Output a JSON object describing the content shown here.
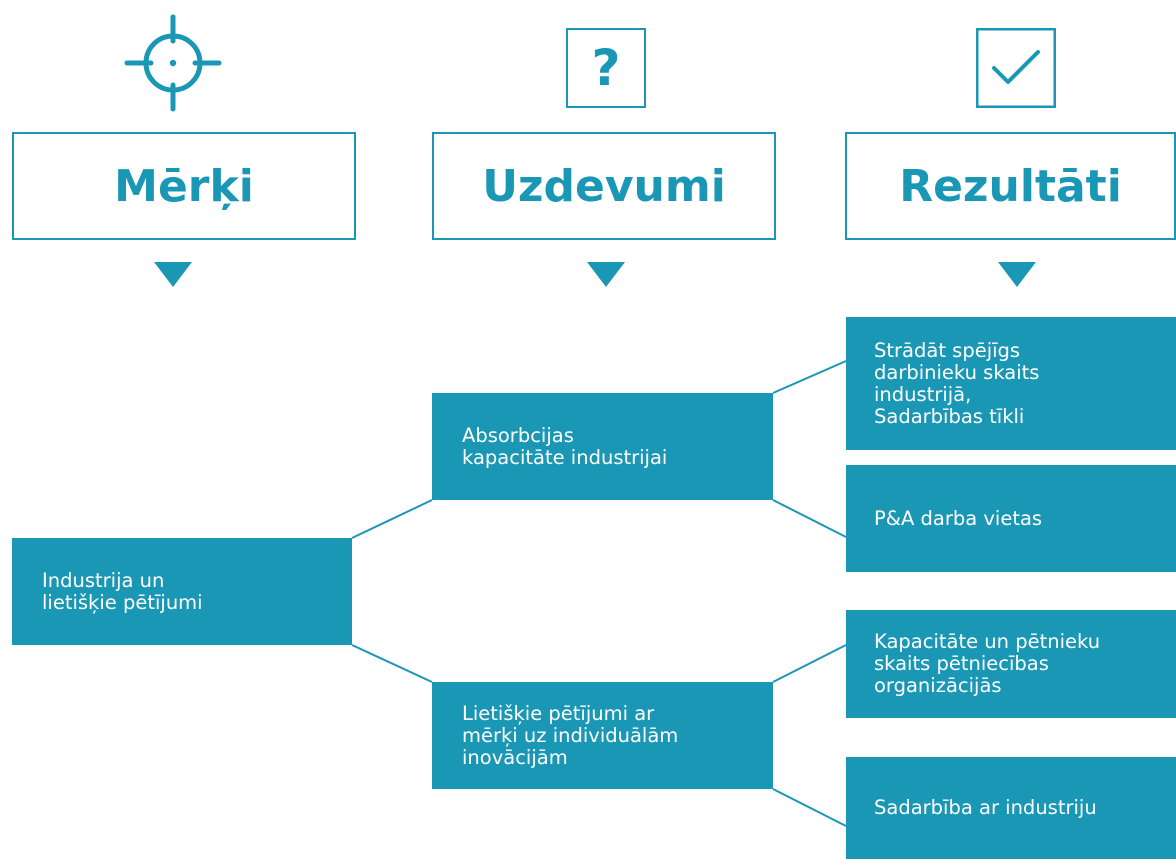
{
  "theme": {
    "accent": "#1a97b4",
    "background": "#ffffff",
    "text_on_accent": "#ffffff"
  },
  "icons": {
    "goals": "crosshair-icon",
    "tasks": "question-mark-icon",
    "results": "checkmark-icon"
  },
  "question_glyph": "?",
  "columns": {
    "goals": "Mērķi",
    "tasks": "Uzdevumi",
    "results": "Rezultāti"
  },
  "nodes": {
    "goal": "Industrija un\nlietišķie pētījumi",
    "task_1": "Absorbcijas\nkapacitāte industrijai",
    "task_2": "Lietišķie pētījumi ar\nmērķi uz individuālām\ninovācijām",
    "result_1": "Strādāt spējīgs\ndarbinieku skaits\nindustrijā,\nSadarbības tīkli",
    "result_2": "P&A darba vietas",
    "result_3": "Kapacitāte un pētnieku\nskaits pētniecības\norganizācijās",
    "result_4": "Sadarbība ar industriju"
  }
}
